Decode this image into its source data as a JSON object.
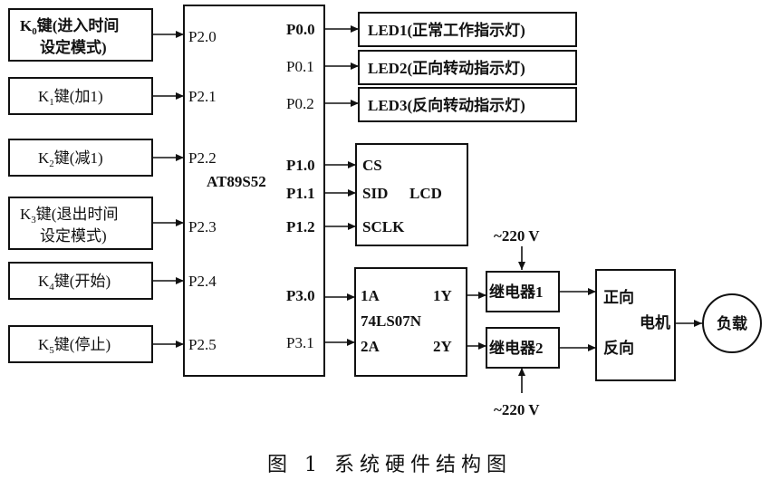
{
  "keys": [
    {
      "main": "K",
      "sub": "0",
      "rest": "键(进入时间",
      "line2": "设定模式)"
    },
    {
      "main": "K",
      "sub": "1",
      "rest": "键(加1)",
      "line2": ""
    },
    {
      "main": "K",
      "sub": "2",
      "rest": "键(减1)",
      "line2": ""
    },
    {
      "main": "K",
      "sub": "3",
      "rest": "键(退出时间",
      "line2": "设定模式)"
    },
    {
      "main": "K",
      "sub": "4",
      "rest": "键(开始)",
      "line2": ""
    },
    {
      "main": "K",
      "sub": "5",
      "rest": "键(停止)",
      "line2": ""
    }
  ],
  "mcu": {
    "name": "AT89S52",
    "left_pins": [
      "P2.0",
      "P2.1",
      "P2.2",
      "P2.3",
      "P2.4",
      "P2.5"
    ],
    "right_pins": [
      "P0.0",
      "P0.1",
      "P0.2",
      "P1.0",
      "P1.1",
      "P1.2",
      "P3.0",
      "P3.1"
    ]
  },
  "leds": [
    "LED1(正常工作指示灯)",
    "LED2(正向转动指示灯)",
    "LED3(反向转动指示灯)"
  ],
  "lcd": {
    "name": "LCD",
    "pins": [
      "CS",
      "SID",
      "SCLK"
    ]
  },
  "driver": {
    "name": "74LS07N",
    "in_pins": [
      "1A",
      "2A"
    ],
    "out_pins": [
      "1Y",
      "2Y"
    ]
  },
  "relays": [
    "继电器1",
    "继电器2"
  ],
  "power": [
    "~220 V",
    "~220 V"
  ],
  "motor": {
    "name": "电机",
    "inputs": [
      "正向",
      "反向"
    ]
  },
  "load": "负载",
  "caption": "图 1  系统硬件结构图"
}
